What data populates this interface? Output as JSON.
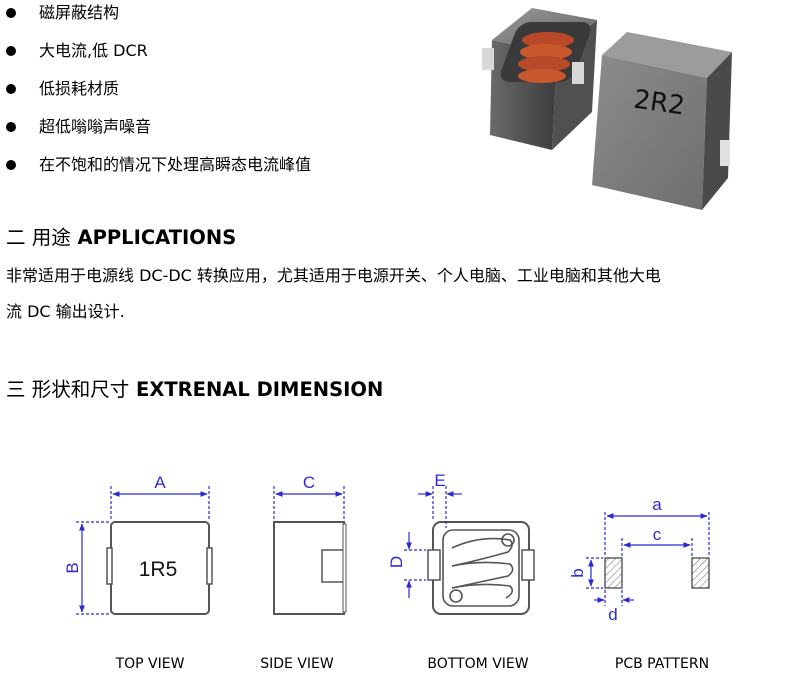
{
  "features": [
    "磁屏蔽结构",
    "大电流,低 DCR",
    "低损耗材质",
    "超低嗡嗡声噪音",
    "在不饱和的情况下处理高瞬态电流峰值"
  ],
  "photo": {
    "part_marking": "2R2"
  },
  "applications": {
    "title_zh": "二 用途",
    "title_en": "APPLICATIONS",
    "text_line1": "非常适用于电源线 DC-DC 转换应用，尤其适用于电源开关、个人电脑、工业电脑和其他大电",
    "text_line2": "流 DC 输出设计."
  },
  "dimension": {
    "title_zh": "三 形状和尺寸",
    "title_en": "EXTRENAL DIMENSION"
  },
  "drawing": {
    "top_marking": "1R5",
    "dim_labels": {
      "A": "A",
      "B": "B",
      "C": "C",
      "D": "D",
      "E": "E",
      "a": "a",
      "b": "b",
      "c": "c",
      "d": "d"
    },
    "views": [
      "TOP VIEW",
      "SIDE VIEW",
      "BOTTOM VIEW",
      "PCB PATTERN"
    ],
    "dim_color": "#2b2bd6"
  }
}
